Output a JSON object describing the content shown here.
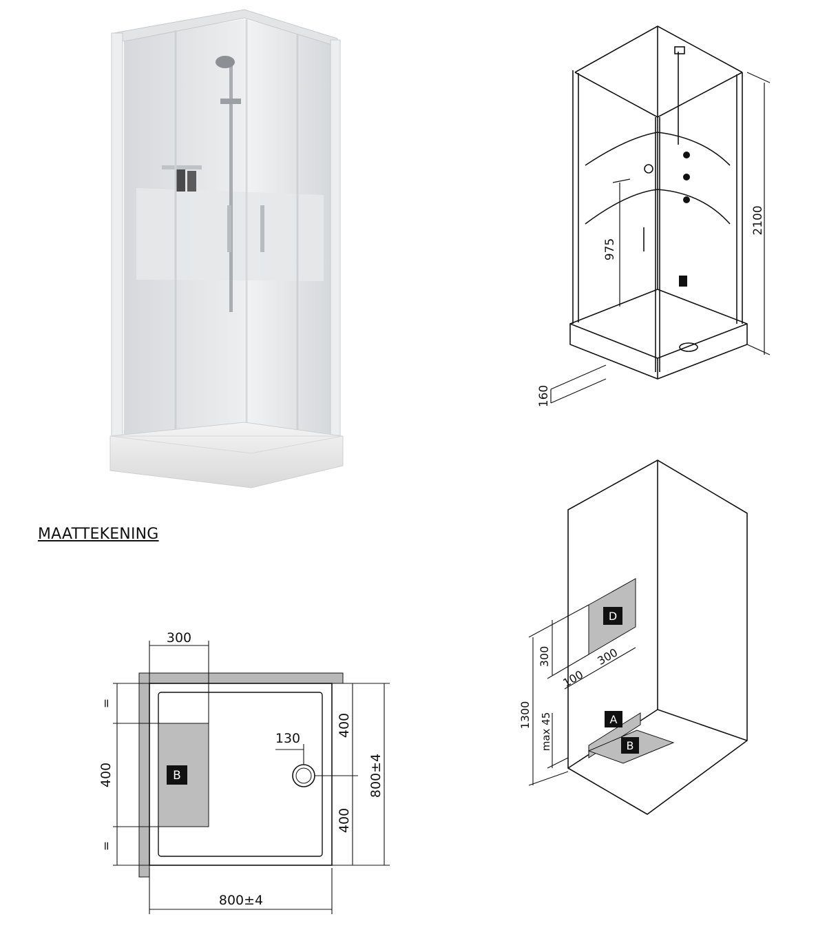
{
  "heading": "MAATTEKENING",
  "isometric": {
    "dim_height": "2100",
    "dim_mixer": "975",
    "dim_tray": "160"
  },
  "plan": {
    "dim_top": "300",
    "dim_left_eq": "=",
    "dim_left_mid": "400",
    "dim_drain_offset": "130",
    "dim_right_upper": "400",
    "dim_right_lower": "400",
    "dim_depth": "800±4",
    "dim_width": "800±4",
    "zone_b": "B"
  },
  "wall": {
    "dim_total": "1300",
    "dim_d_height": "300",
    "dim_d_offset": "100",
    "dim_d_width": "300",
    "dim_max": "max 45",
    "zone_d": "D",
    "zone_a": "A",
    "zone_b": "B"
  }
}
